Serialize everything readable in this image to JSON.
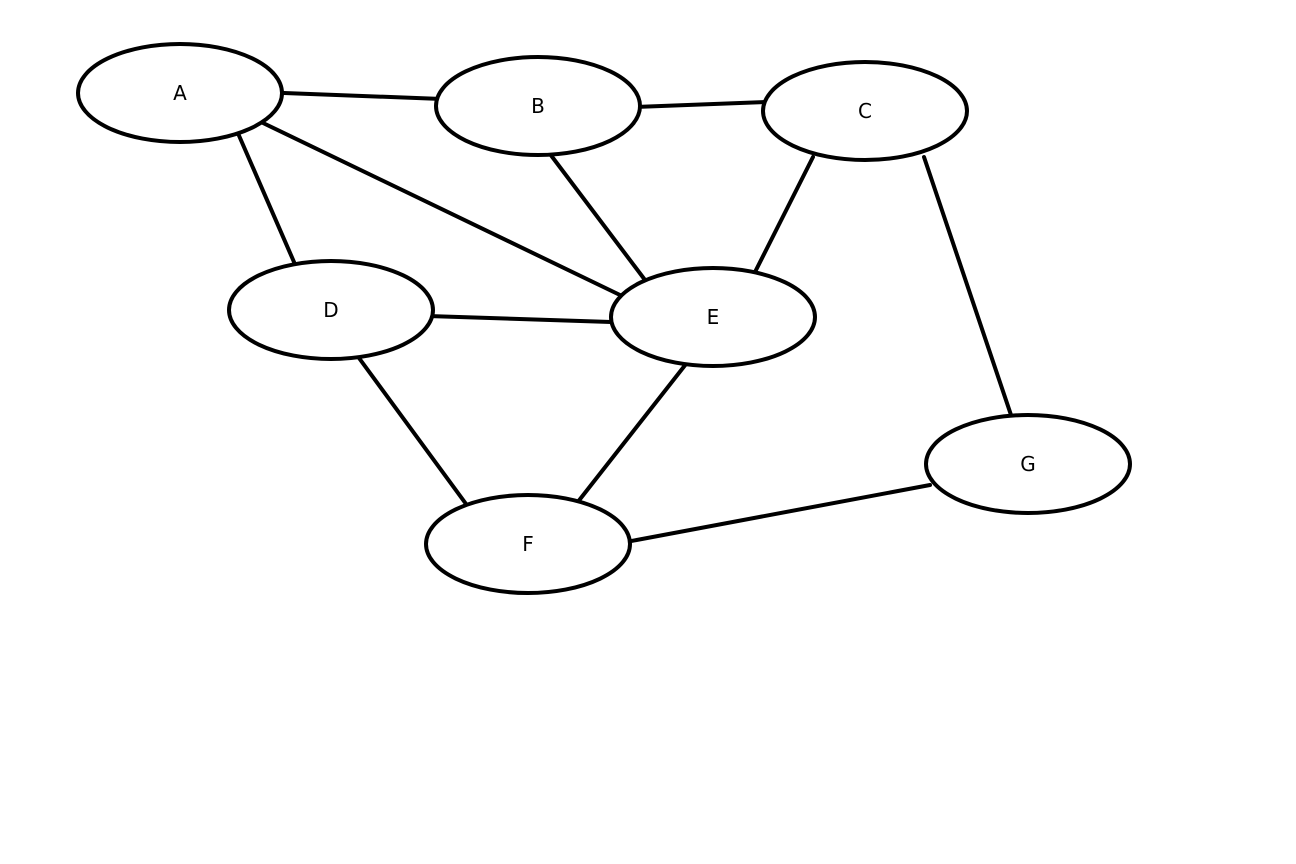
{
  "graph": {
    "nodes": [
      {
        "id": "A",
        "label": "A"
      },
      {
        "id": "B",
        "label": "B"
      },
      {
        "id": "C",
        "label": "C"
      },
      {
        "id": "D",
        "label": "D"
      },
      {
        "id": "E",
        "label": "E"
      },
      {
        "id": "F",
        "label": "F"
      },
      {
        "id": "G",
        "label": "G"
      }
    ],
    "edges": [
      {
        "from": "A",
        "to": "B"
      },
      {
        "from": "B",
        "to": "C"
      },
      {
        "from": "A",
        "to": "D"
      },
      {
        "from": "A",
        "to": "E"
      },
      {
        "from": "B",
        "to": "E"
      },
      {
        "from": "C",
        "to": "E"
      },
      {
        "from": "C",
        "to": "G"
      },
      {
        "from": "D",
        "to": "E"
      },
      {
        "from": "D",
        "to": "F"
      },
      {
        "from": "E",
        "to": "F"
      },
      {
        "from": "F",
        "to": "G"
      }
    ],
    "colors": {
      "stroke": "#000000",
      "fill": "#ffffff",
      "background": "#ffffff"
    }
  }
}
